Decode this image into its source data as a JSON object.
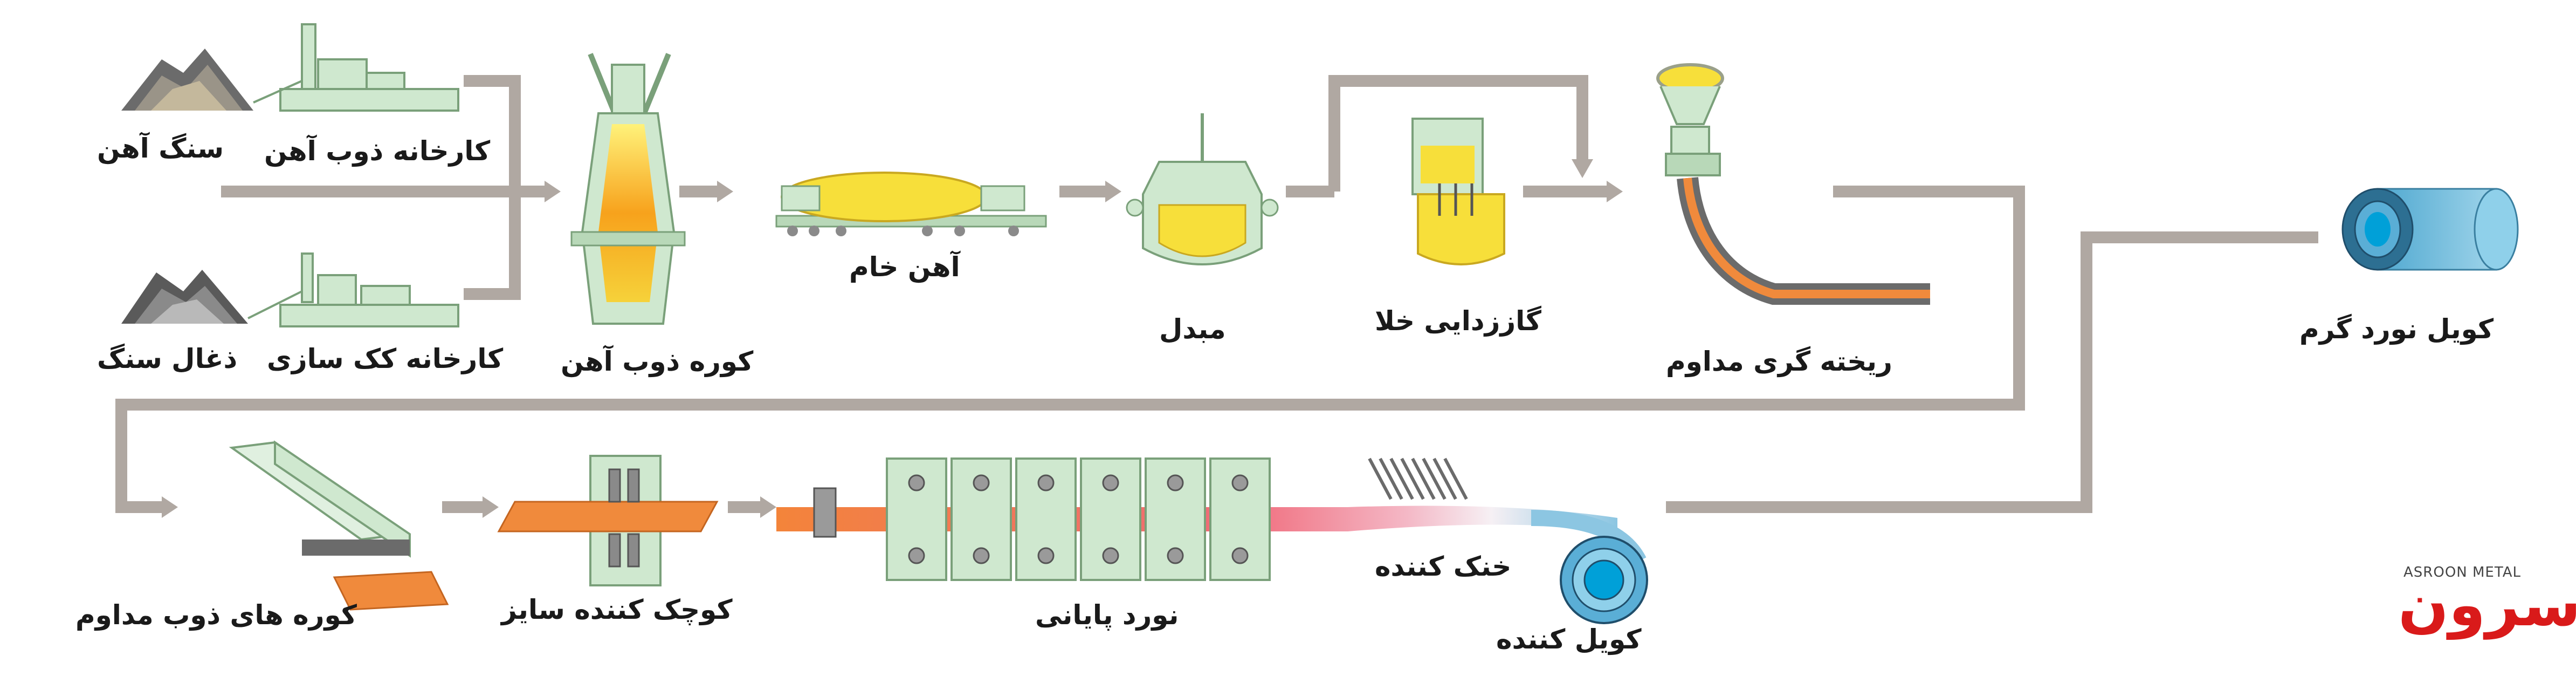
{
  "stages": {
    "iron_ore": "سنگ آهن",
    "sinter_plant": "کارخانه ذوب آهن",
    "coal": "ذغال سنگ",
    "coke_plant": "کارخانه کک سازی",
    "blast_furnace": "کوره ذوب آهن",
    "pig_iron": "آهن خام",
    "converter": "مبدل",
    "vacuum_degassing": "گاززدایی خلا",
    "continuous_casting": "ریخته گری مداوم",
    "hot_rolled_coil": "کویل نورد گرم",
    "reheating_furnaces": "کوره های ذوب مداوم",
    "sizing_press": "کوچک کننده سایز",
    "finishing_rolling": "نورد پایانی",
    "cooling": "خنک کننده",
    "coiler": "کویل کننده"
  },
  "logo": {
    "brand": "آسرون",
    "tagline": "ASROON METAL"
  },
  "colors": {
    "flow": "#b0a8a2",
    "equipment": "#cfe8cf",
    "equipment_stroke": "#7aa07a",
    "molten": "#f5a623",
    "yellow": "#f7df3a",
    "slab": "#f08a3c",
    "coil": "#7fc7e3",
    "accent": "#d91a1a"
  }
}
